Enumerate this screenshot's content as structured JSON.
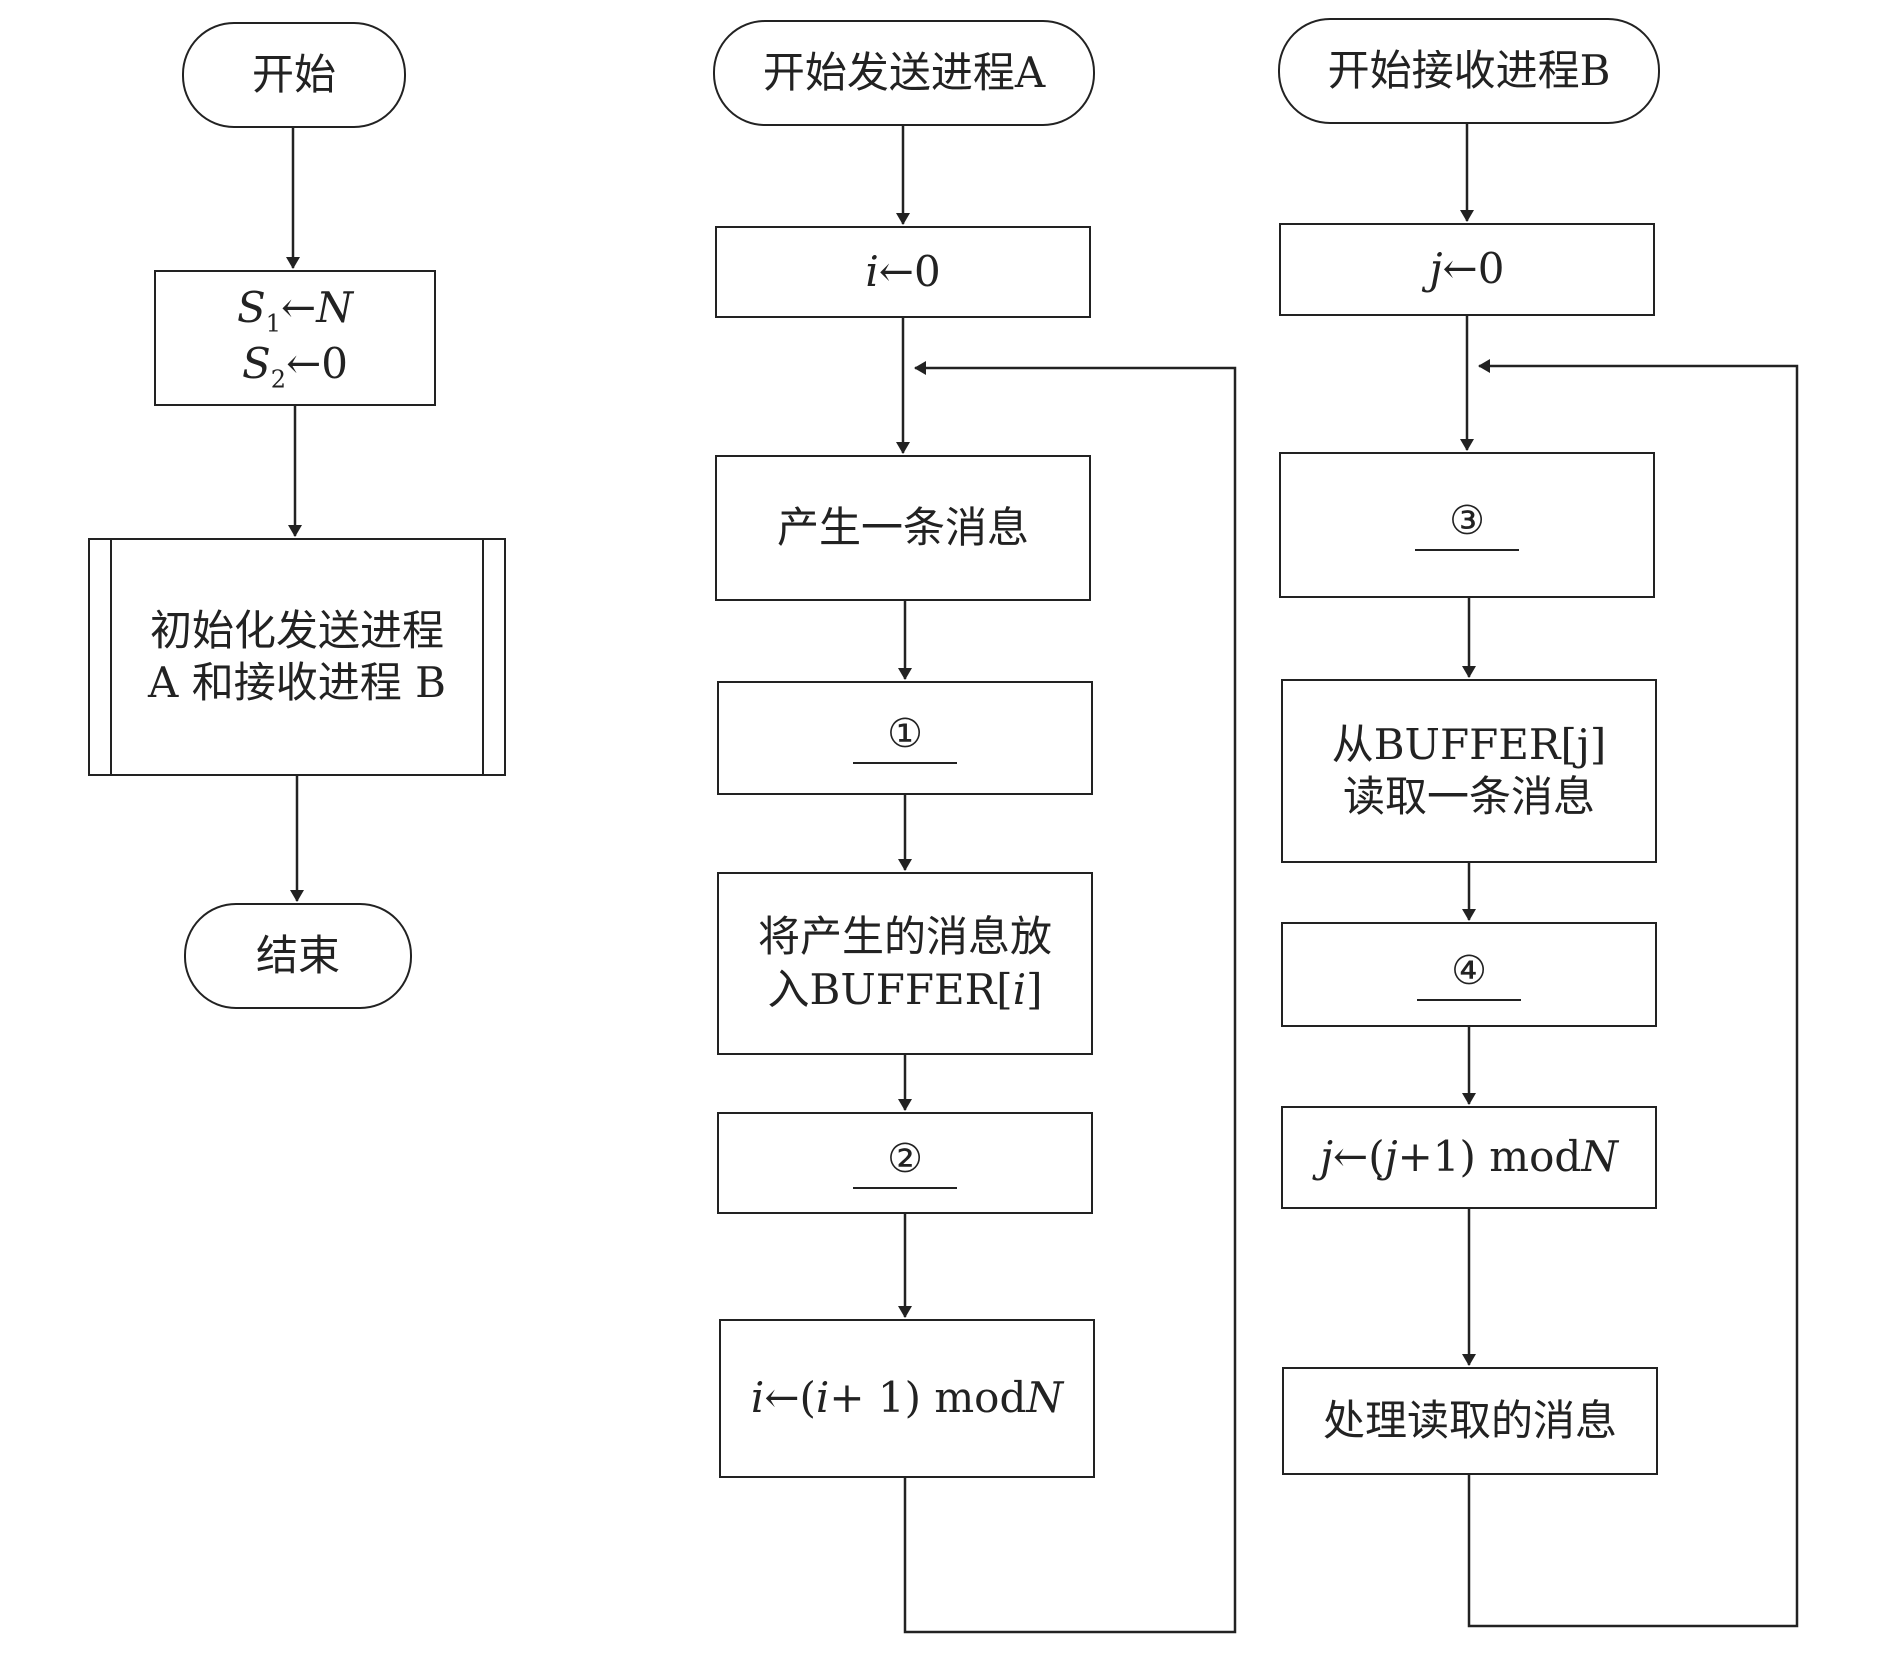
{
  "main_flow": {
    "start": "开始",
    "init_s1_var": "S",
    "init_s1_sub": "1",
    "init_s1_arrow": "←",
    "init_s1_val": "N",
    "init_s2_var": "S",
    "init_s2_sub": "2",
    "init_s2_arrow": "←",
    "init_s2_val": "0",
    "init_processes_line1": "初始化发送进程",
    "init_processes_line2": "A 和接收进程 B",
    "end": "结束"
  },
  "process_a": {
    "start": "开始发送进程A",
    "init_var": "i",
    "init_rest": "←0",
    "produce": "产生一条消息",
    "blank_1": "①",
    "put_line1": "将产生的消息放",
    "put_line2_prefix": "入BUFFER[",
    "put_line2_var": "i",
    "put_line2_suffix": "]",
    "blank_2": "②",
    "update_var": "i",
    "update_mid": "←(",
    "update_var2": "i",
    "update_rest": "+ 1) mod",
    "update_n": "N"
  },
  "process_b": {
    "start": "开始接收进程B",
    "init_var": "j",
    "init_rest": "←0",
    "blank_3": "③",
    "read_line1": "从BUFFER[j]",
    "read_line2": "读取一条消息",
    "blank_4": "④",
    "update_var": "j",
    "update_mid": "←(",
    "update_var2": "j",
    "update_rest": "+1) mod",
    "update_n": "N",
    "process": "处理读取的消息"
  }
}
